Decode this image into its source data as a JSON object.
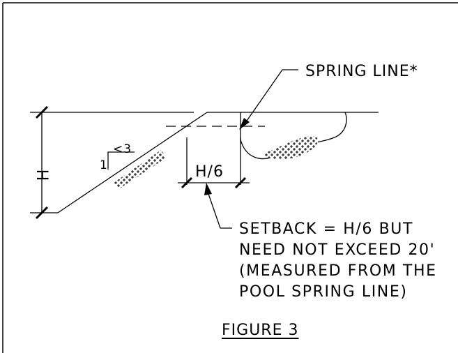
{
  "labels": {
    "spring_line": "SPRING LINE*",
    "height": "H",
    "setback_dim": "H/6",
    "slope_vertical": "1",
    "slope_horizontal": "<3",
    "setback_note": [
      "SETBACK = H/6 BUT",
      "NEED NOT EXCEED 20'",
      "(MEASURED FROM THE",
      "POOL SPRING LINE)"
    ],
    "figure_title": "FIGURE 3"
  },
  "colors": {
    "line": "#000000",
    "background": "#ffffff"
  }
}
